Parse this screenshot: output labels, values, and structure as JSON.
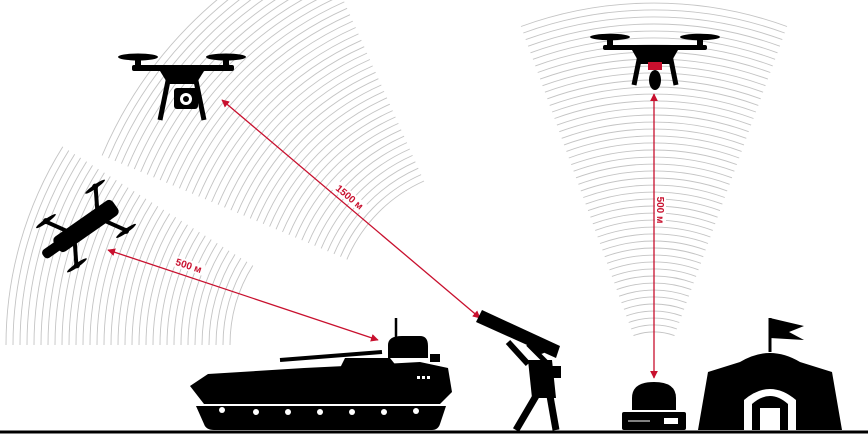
{
  "diagram": {
    "distance_labels": {
      "quadcopter_to_operator": "1500 м",
      "fpv_to_vehicle": "500 м",
      "bomber_to_station": "500 м"
    },
    "colors": {
      "silhouette": "#000000",
      "range_line": "#c8102e",
      "signal_waves": "#c4c4c4",
      "background": "#ffffff"
    },
    "icons": [
      "camera-quadcopter-icon",
      "fpv-drone-icon",
      "bomber-drone-icon",
      "armored-vehicle-icon",
      "soldier-with-launcher-icon",
      "ground-station-icon",
      "tent-with-flag-icon"
    ]
  }
}
